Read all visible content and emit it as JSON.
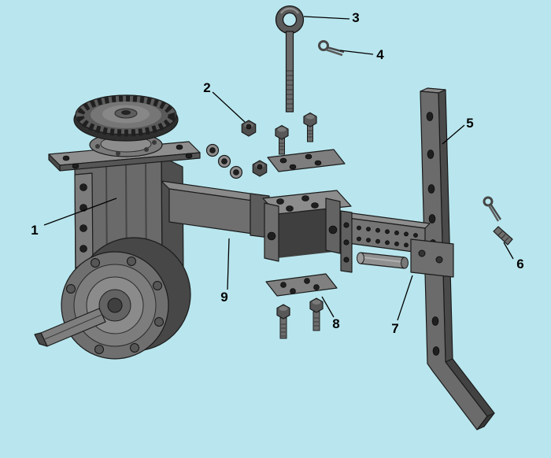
{
  "colors": {
    "background": "#b9e6ee"
  },
  "diagram": {
    "description": "Exploded parts diagram: gearbox with crown gear, mounting arm, clevis bracket, hardware, clamp and support bar",
    "callouts": [
      {
        "label": "1",
        "part": "gearbox-housing"
      },
      {
        "label": "2",
        "part": "hex-nut"
      },
      {
        "label": "3",
        "part": "eye-bolt"
      },
      {
        "label": "4",
        "part": "cotter-pin"
      },
      {
        "label": "5",
        "part": "support-bar"
      },
      {
        "label": "6",
        "part": "grooved-pin"
      },
      {
        "label": "7",
        "part": "clamp-bracket"
      },
      {
        "label": "8",
        "part": "backing-plate"
      },
      {
        "label": "9",
        "part": "mounting-arm"
      }
    ]
  }
}
